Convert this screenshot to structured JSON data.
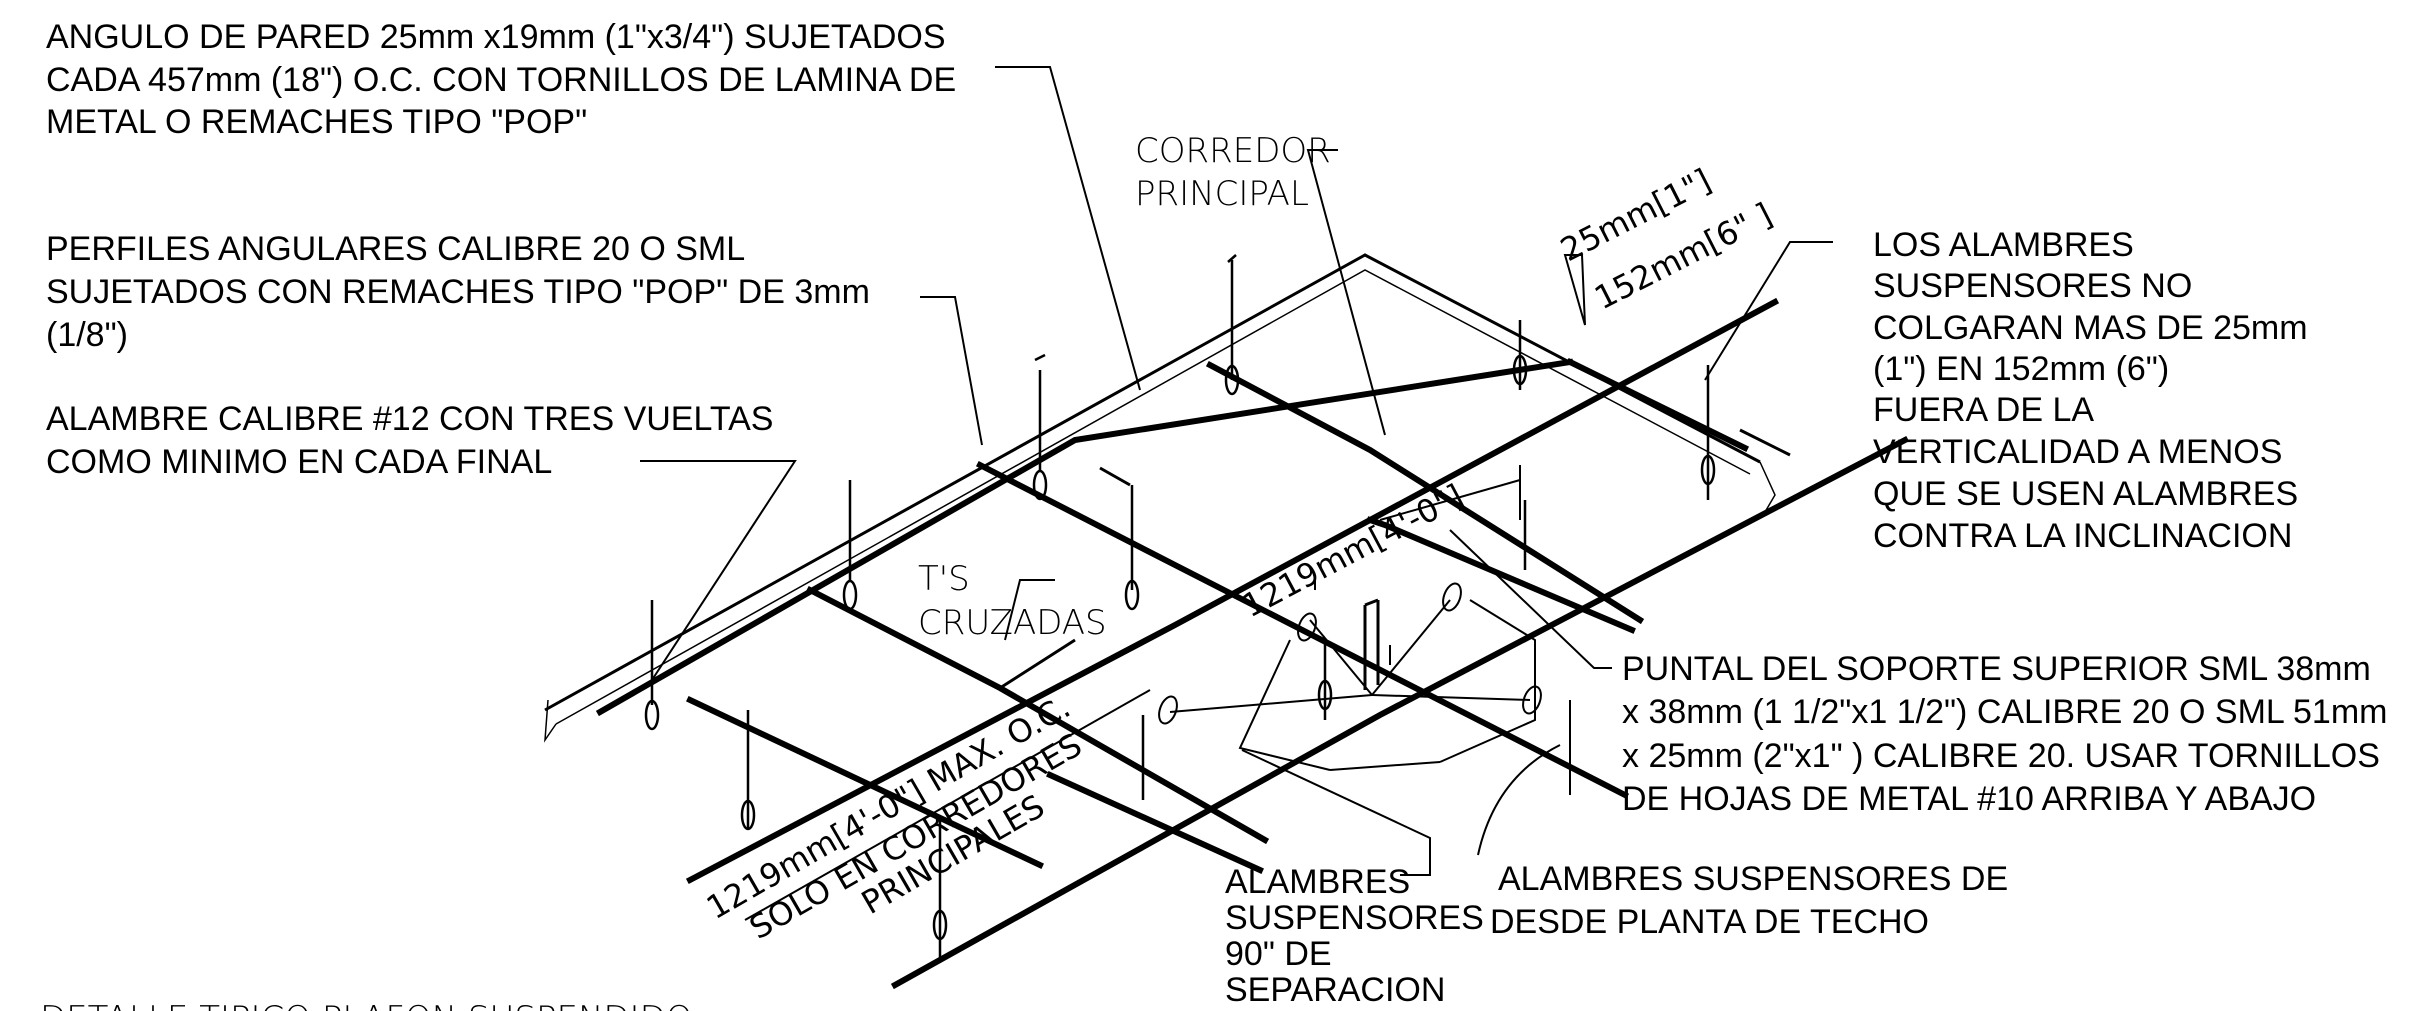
{
  "labels": {
    "wall_angle": [
      "ANGULO DE PARED 25mm x19mm (1\"x3/4\") SUJETADOS",
      "CADA 457mm (18\")  O.C. CON TORNILLOS DE LAMINA DE",
      "METAL O REMACHES TIPO \"POP\""
    ],
    "angle_profiles": [
      "PERFILES ANGULARES CALIBRE 20 O SML",
      "SUJETADOS CON REMACHES TIPO \"POP\" DE 3mm",
      "(1/8\")"
    ],
    "wire_gauge": [
      "ALAMBRE CALIBRE #12 CON TRES VUELTAS",
      "COMO MINIMO EN CADA FINAL"
    ],
    "main_runner": [
      "CORREDOR",
      "PRINCIPAL"
    ],
    "cross_tees": [
      "T'S",
      "CRUZADAS"
    ],
    "hanger_limit": [
      "LOS ALAMBRES",
      "SUSPENSORES NO",
      "COLGARAN MAS DE 25mm",
      "(1\") EN 152mm (6\")",
      "FUERA DE LA",
      "VERTICALIDAD A MENOS",
      "QUE SE USEN ALAMBRES",
      "CONTRA LA INCLINACION"
    ],
    "strut": [
      "PUNTAL DEL SOPORTE SUPERIOR SML 38mm",
      "x 38mm (1 1/2\"x1 1/2\") CALIBRE 20 O SML 51mm",
      "x 25mm (2\"x1\" ) CALIBRE 20. USAR TORNILLOS",
      "DE HOJAS DE METAL #10 ARRIBA Y ABAJO"
    ],
    "hangers_90": [
      "ALAMBRES",
      "SUSPENSORES",
      "90\" DE",
      "SEPARACION"
    ],
    "hangers_roof": [
      "ALAMBRES SUSPENSORES DE",
      "DESDE PLANTA DE TECHO"
    ],
    "title": "DETALLE  TIPICO  PLAFON  SUSPENDIDO"
  },
  "dimensions": {
    "slope_top": "25mm[1\"]",
    "slope_bottom": "152mm[6\" ]",
    "span_cross": "1219mm[4'-0\"]",
    "span_main": "1219mm[4'-0\"] MAX. O.C.",
    "span_main_note_1": "SOLO EN CORREDORES",
    "span_main_note_2": "PRINCIPALES"
  }
}
